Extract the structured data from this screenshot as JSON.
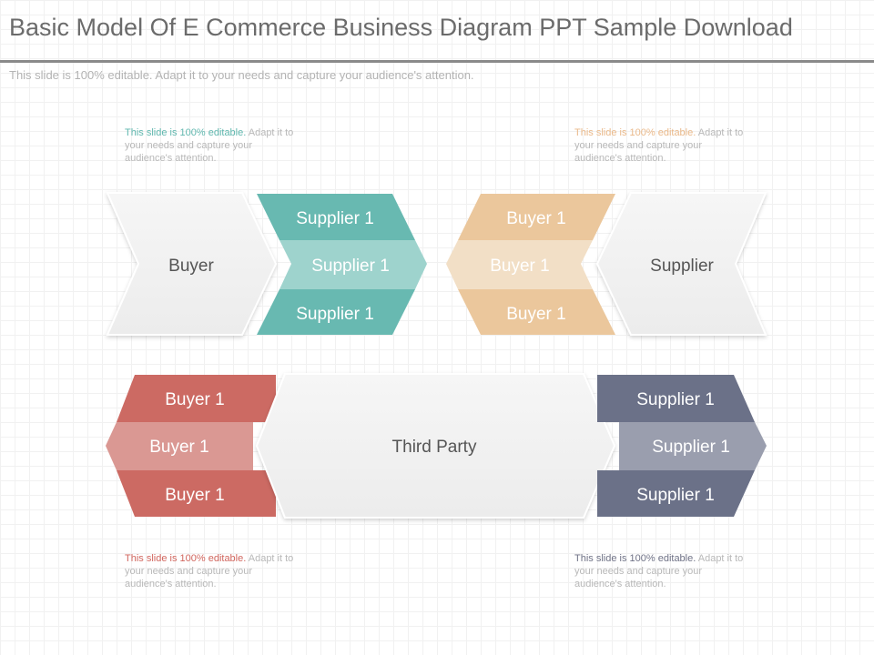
{
  "title": "Basic Model Of E Commerce Business Diagram PPT Sample Download",
  "subtitle": "This slide is 100% editable. Adapt it to your needs and capture your audience's attention.",
  "notes": [
    {
      "highlight": "This slide is 100% editable.",
      "rest": " Adapt it to your needs and capture your audience's attention.",
      "color": "#5fb7ae"
    },
    {
      "highlight": "This slide is 100% editable.",
      "rest": " Adapt it to your needs and capture your audience's attention.",
      "color": "#eab98a"
    },
    {
      "highlight": "This slide is 100% editable.",
      "rest": " Adapt it to your needs and capture your audience's attention.",
      "color": "#d1665e"
    },
    {
      "highlight": "This slide is 100% editable.",
      "rest": " Adapt it to your needs and capture your audience's attention.",
      "color": "#6f7286"
    }
  ],
  "diagram": {
    "top_left": {
      "center_label": "Buyer",
      "items": [
        "Supplier 1",
        "Supplier 1",
        "Supplier 1"
      ],
      "color_dark": "#68b9b1",
      "color_light": "#9ed3cd"
    },
    "top_right": {
      "center_label": "Supplier",
      "items": [
        "Buyer 1",
        "Buyer 1",
        "Buyer 1"
      ],
      "color_dark": "#ebc79c",
      "color_light": "#f2dfc6"
    },
    "bottom_left": {
      "items": [
        "Buyer 1",
        "Buyer 1",
        "Buyer 1"
      ],
      "color_dark": "#cc6a63",
      "color_light": "#da9893"
    },
    "bottom_center": {
      "center_label": "Third Party"
    },
    "bottom_right": {
      "items": [
        "Supplier 1",
        "Supplier 1",
        "Supplier 1"
      ],
      "color_dark": "#6b7188",
      "color_light": "#9a9eae"
    }
  }
}
